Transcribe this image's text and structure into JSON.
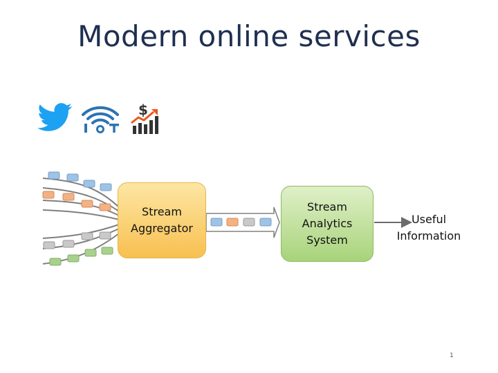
{
  "slide": {
    "title": "Modern online services",
    "page_number": "1"
  },
  "icons": [
    {
      "name": "twitter-bird-icon",
      "color": "#1da1f2"
    },
    {
      "name": "iot-wifi-icon",
      "label": "IoT",
      "color": "#2c73b4"
    },
    {
      "name": "finance-chart-icon",
      "label": "$",
      "color": "#333333"
    }
  ],
  "boxes": {
    "aggregator": {
      "label": "Stream\nAggregator",
      "fill": "#f9c95c"
    },
    "analytics": {
      "label": "Stream\nAnalytics\nSystem",
      "fill": "#b5db8c"
    }
  },
  "output": {
    "label": "Useful\nInformation"
  },
  "packet_colors": {
    "blue": "#9dc3e6",
    "orange": "#f4b183",
    "gray": "#c9c9c9",
    "green": "#a9d18e"
  }
}
